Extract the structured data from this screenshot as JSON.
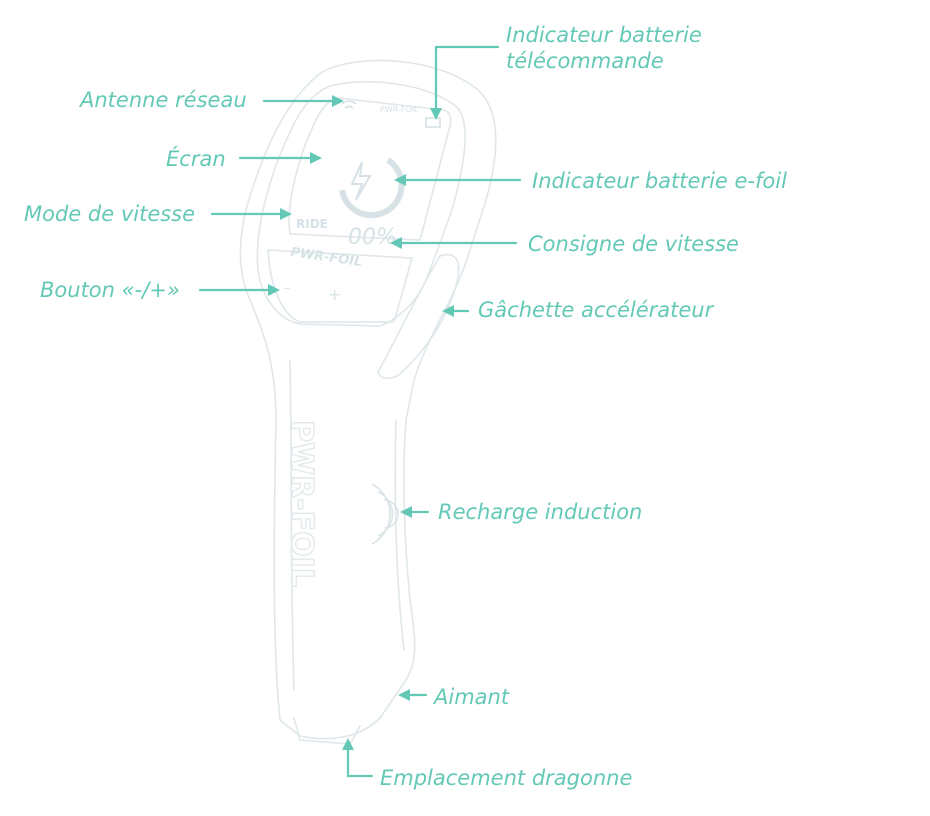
{
  "colors": {
    "accent": "#63c9b6",
    "device_outline": "#dfe7ea",
    "device_screen": "#d6e2e6"
  },
  "device": {
    "brand_text": "PWR-FOIL",
    "mode_text": "RIDE",
    "speed_text": "00%",
    "icons": [
      "wifi-icon",
      "battery-icon",
      "lightning-icon",
      "plus-icon",
      "minus-icon",
      "wireless-charging-icon"
    ]
  },
  "labels": {
    "remote_battery": [
      "Indicateur batterie",
      "télécommande"
    ],
    "network_antenna": "Antenne réseau",
    "screen": "Écran",
    "efoil_battery": "Indicateur batterie e-foil",
    "speed_mode": "Mode de vitesse",
    "speed_setpoint": "Consigne de vitesse",
    "plus_minus_button": "Bouton «-/+»",
    "throttle_trigger": "Gâchette accélérateur",
    "induction_charging": "Recharge induction",
    "magnet": "Aimant",
    "lanyard_slot": "Emplacement dragonne"
  }
}
